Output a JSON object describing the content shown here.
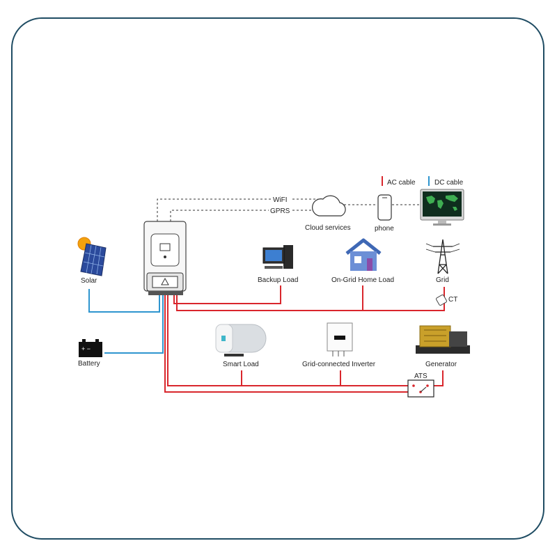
{
  "legend": {
    "ac": "AC cable",
    "dc": "DC cable"
  },
  "links": {
    "wifi": "WiFI",
    "gprs": "GPRS"
  },
  "nodes": {
    "cloud": "Cloud services",
    "phone": "phone",
    "solar": "Solar",
    "battery": "Battery",
    "backup_load": "Backup Load",
    "home_load": "On-Grid Home Load",
    "grid": "Grid",
    "ct": "CT",
    "smart_load": "Smart Load",
    "grid_inverter": "Grid-connected Inverter",
    "generator": "Generator",
    "ats": "ATS"
  },
  "colors": {
    "ac": "#d9262c",
    "dc": "#2e95cf",
    "frame": "#1f4c63",
    "comm": "#333333"
  }
}
